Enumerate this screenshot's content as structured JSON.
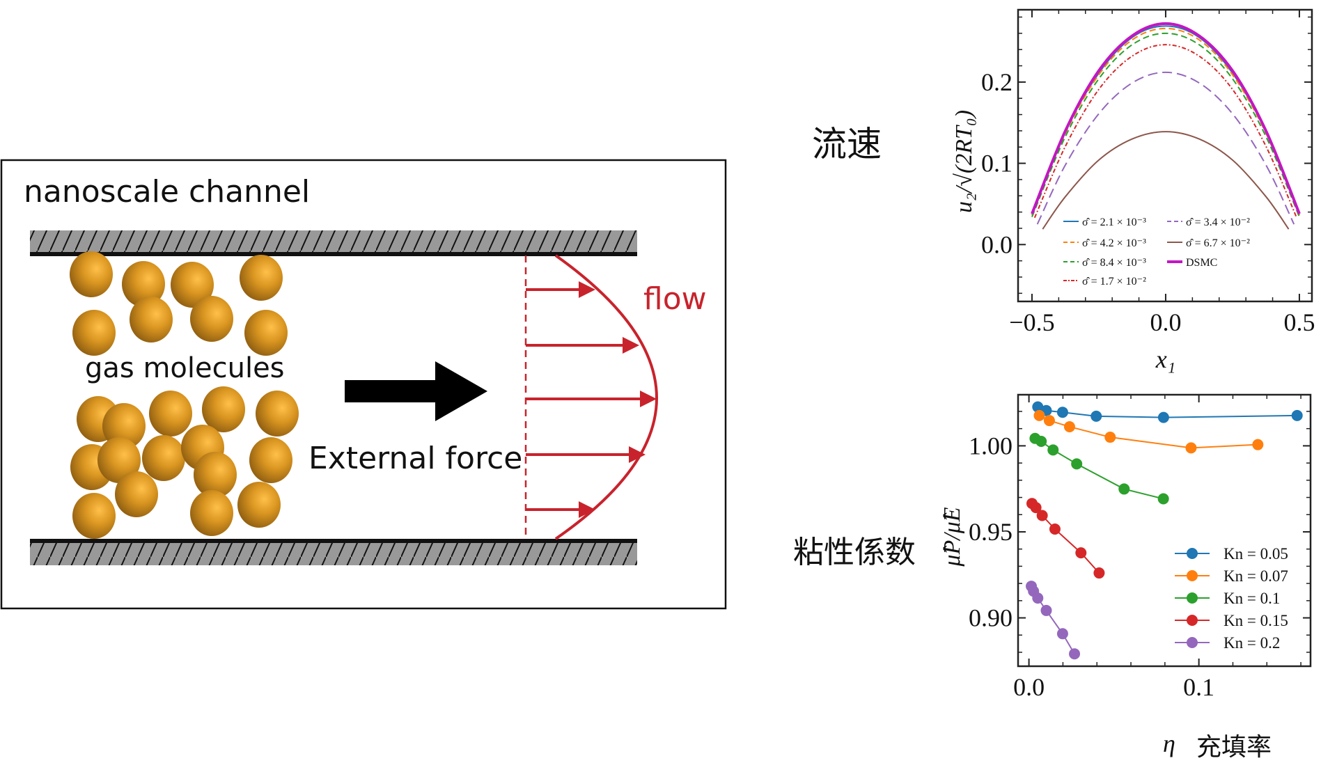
{
  "diagram": {
    "title": "nanoscale channel",
    "molecules_label": "gas molecules",
    "force_label": "External force",
    "flow_label": "flow",
    "colors": {
      "molecule": "#d4901c",
      "wall": "#999999",
      "flow": "#c8232c",
      "force_arrow": "#000000"
    }
  },
  "labels": {
    "velocity": "流速",
    "viscosity": "粘性係数",
    "eta": "η",
    "packing": "充填率"
  },
  "chart_data": [
    {
      "type": "line",
      "xlabel": "x₁",
      "ylabel": "u₂/√(2RT₀)",
      "xlim": [
        -0.552,
        0.547
      ],
      "ylim": [
        -0.07,
        0.289
      ],
      "xticks": [
        "−0.5",
        "0.0",
        "0.5"
      ],
      "xtick_values": [
        -0.5,
        0,
        0.5
      ],
      "yticks": [
        "0.0",
        "0.1",
        "0.2"
      ],
      "ytick_values": [
        0,
        0.1,
        0.2
      ],
      "grid": false,
      "legend": "lower-center",
      "series": [
        {
          "name": "σ̂ = 2.1 × 10⁻³",
          "color": "#1f77b4",
          "style": "solid",
          "x": [
            -0.5,
            -0.375,
            -0.25,
            -0.125,
            0,
            0.125,
            0.25,
            0.375,
            0.5
          ],
          "y": [
            0.037,
            0.139,
            0.211,
            0.255,
            0.269,
            0.255,
            0.211,
            0.139,
            0.037
          ]
        },
        {
          "name": "σ̂ = 4.2 × 10⁻³",
          "color": "#ff7f0e",
          "style": "dashed",
          "x": [
            -0.5,
            -0.375,
            -0.25,
            -0.125,
            0,
            0.125,
            0.25,
            0.375,
            0.5
          ],
          "y": [
            0.036,
            0.137,
            0.209,
            0.252,
            0.266,
            0.252,
            0.209,
            0.137,
            0.036
          ]
        },
        {
          "name": "σ̂ = 8.4 × 10⁻³",
          "color": "#2ca02c",
          "style": "dashed",
          "x": [
            -0.5,
            -0.375,
            -0.25,
            -0.125,
            0,
            0.125,
            0.25,
            0.375,
            0.5
          ],
          "y": [
            0.034,
            0.133,
            0.204,
            0.246,
            0.26,
            0.246,
            0.204,
            0.133,
            0.034
          ]
        },
        {
          "name": "σ̂ = 1.7 × 10⁻²",
          "color": "#d62728",
          "style": "dashdot",
          "x": [
            -0.49,
            -0.375,
            -0.25,
            -0.125,
            0,
            0.125,
            0.25,
            0.375,
            0.49
          ],
          "y": [
            0.033,
            0.121,
            0.191,
            0.232,
            0.246,
            0.232,
            0.191,
            0.121,
            0.033
          ]
        },
        {
          "name": "σ̂ = 3.4 × 10⁻²",
          "color": "#9467bd",
          "style": "longdash",
          "x": [
            -0.48,
            -0.375,
            -0.25,
            -0.125,
            0,
            0.125,
            0.25,
            0.375,
            0.48
          ],
          "y": [
            0.025,
            0.098,
            0.161,
            0.199,
            0.212,
            0.199,
            0.161,
            0.098,
            0.025
          ]
        },
        {
          "name": "σ̂ = 6.7 × 10⁻²",
          "color": "#8c564b",
          "style": "solid",
          "x": [
            -0.46,
            -0.375,
            -0.25,
            -0.125,
            0,
            0.125,
            0.25,
            0.375,
            0.46
          ],
          "y": [
            0.019,
            0.059,
            0.104,
            0.13,
            0.139,
            0.13,
            0.104,
            0.059,
            0.019
          ]
        },
        {
          "name": "DSMC",
          "color": "#c217c2",
          "style": "thick",
          "x": [
            -0.5,
            -0.375,
            -0.25,
            -0.125,
            0,
            0.125,
            0.25,
            0.375,
            0.5
          ],
          "y": [
            0.038,
            0.14,
            0.214,
            0.257,
            0.272,
            0.257,
            0.214,
            0.14,
            0.038
          ]
        }
      ]
    },
    {
      "type": "line",
      "xlabel": "η",
      "ylabel": "μ̂P/μ̂E",
      "xlim": [
        -0.0064,
        0.1657
      ],
      "ylim": [
        0.8719,
        1.0297
      ],
      "xticks": [
        "0.0",
        "0.1"
      ],
      "xtick_values": [
        0,
        0.1
      ],
      "yticks": [
        "0.90",
        "0.95",
        "1.00"
      ],
      "ytick_values": [
        0.9,
        0.95,
        1.0
      ],
      "grid": false,
      "legend": "lower-right",
      "series": [
        {
          "name": "Kn = 0.05",
          "color": "#1f77b4",
          "x": [
            0.0052,
            0.0102,
            0.0198,
            0.0396,
            0.0792,
            0.1578
          ],
          "y": [
            1.0226,
            1.0205,
            1.0195,
            1.0172,
            1.0165,
            1.0176
          ]
        },
        {
          "name": "Kn = 0.07",
          "color": "#ff7f0e",
          "x": [
            0.0061,
            0.012,
            0.0239,
            0.0478,
            0.0954,
            0.1347
          ],
          "y": [
            1.0176,
            1.0147,
            1.0111,
            1.005,
            0.9988,
            1.0007
          ]
        },
        {
          "name": "Kn = 0.1",
          "color": "#2ca02c",
          "x": [
            0.0036,
            0.0072,
            0.0142,
            0.0281,
            0.056,
            0.0791
          ],
          "y": [
            1.0043,
            1.0026,
            0.9976,
            0.9895,
            0.9749,
            0.9692
          ]
        },
        {
          "name": "Kn = 0.15",
          "color": "#d62728",
          "x": [
            0.0018,
            0.0041,
            0.0078,
            0.0153,
            0.0306,
            0.0413
          ],
          "y": [
            0.9665,
            0.9641,
            0.9595,
            0.9516,
            0.9378,
            0.9261
          ]
        },
        {
          "name": "Kn = 0.2",
          "color": "#9467bd",
          "x": [
            0.0014,
            0.0027,
            0.0052,
            0.0102,
            0.0198,
            0.0268
          ],
          "y": [
            0.9184,
            0.9155,
            0.9115,
            0.9043,
            0.8908,
            0.8791
          ]
        }
      ]
    }
  ]
}
